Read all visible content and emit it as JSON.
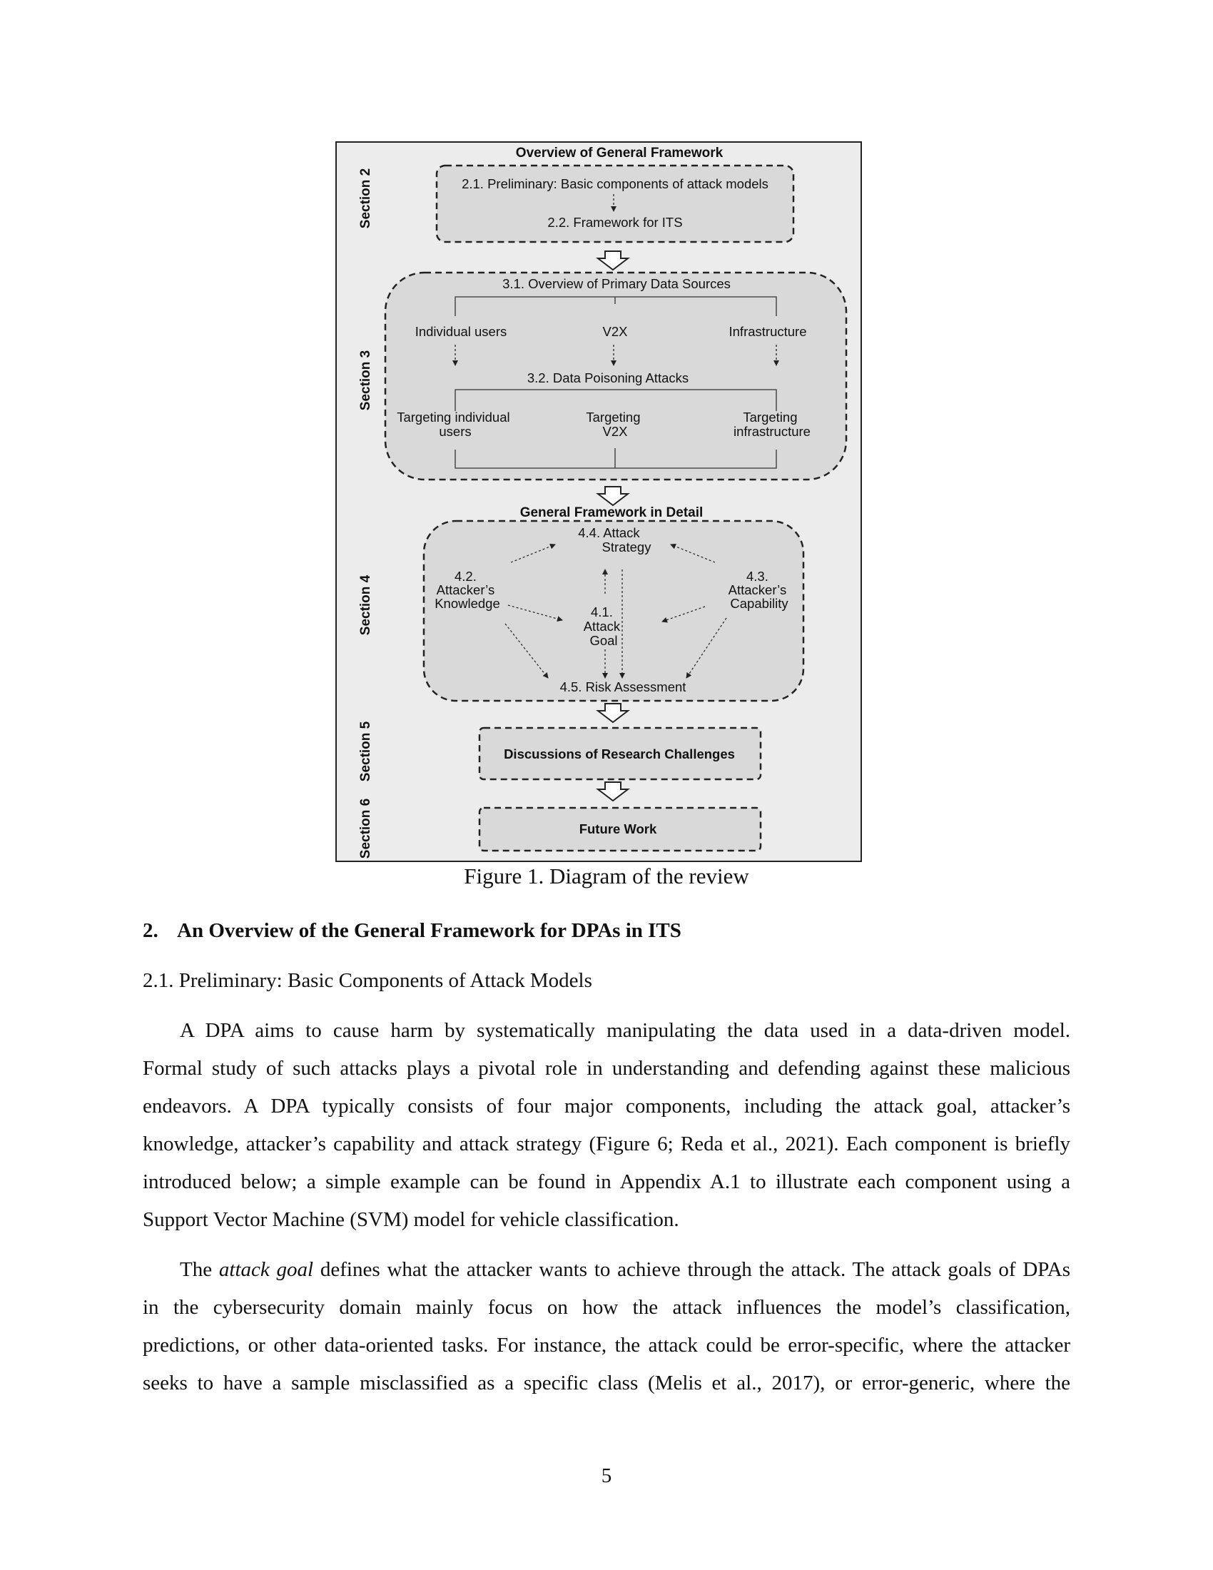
{
  "figure": {
    "title": "Overview of General Framework",
    "section_labels": [
      "Section 2",
      "Section 3",
      "Section 4",
      "Section 5",
      "Section 6"
    ],
    "s2": {
      "box1": "2.1. Preliminary: Basic components of attack models",
      "box2": "2.2. Framework for ITS"
    },
    "s3": {
      "title": "3.1. Overview of Primary Data Sources",
      "sources": [
        "Individual users",
        "V2X",
        "Infrastructure"
      ],
      "dpa_title": "3.2. Data Poisoning Attacks",
      "targets": [
        [
          "Targeting individual",
          "users"
        ],
        [
          "Targeting",
          "V2X"
        ],
        [
          "Targeting",
          "infrastructure"
        ]
      ]
    },
    "s4": {
      "title": "General Framework in Detail",
      "strategy": [
        "4.4. Attack",
        "Strategy"
      ],
      "knowledge": [
        "4.2.",
        "Attacker’s",
        "Knowledge"
      ],
      "capability": [
        "4.3.",
        "Attacker’s",
        "Capability"
      ],
      "goal": [
        "4.1.",
        "Attack",
        "Goal"
      ],
      "risk": "4.5. Risk Assessment"
    },
    "s5": "Discussions of Research Challenges",
    "s6": "Future Work"
  },
  "caption": "Figure 1. Diagram of the review",
  "heading": {
    "number": "2.",
    "text": "An Overview of the General Framework for DPAs in ITS"
  },
  "subheading": "2.1. Preliminary: Basic Components of Attack Models",
  "paragraph1": [
    "A DPA aims to cause harm by systematically manipulating the data used in a data-driven model.",
    "Formal study of such attacks plays a pivotal role in understanding and defending against these malicious",
    "endeavors. A DPA typically consists of four major components, including the attack goal, attacker’s",
    "knowledge, attacker’s capability and attack strategy (Figure 6; Reda et al., 2021). Each component is briefly",
    "introduced below; a simple example can be found in Appendix A.1 to illustrate each component using a",
    "Support Vector Machine (SVM) model for vehicle classification."
  ],
  "paragraph2": {
    "line1_prefix": "The ",
    "line1_term": "attack goal",
    "line1_rest": " defines what the attacker wants to achieve through the attack. The attack goals of DPAs",
    "lines": [
      "in the cybersecurity domain mainly focus on how the attack influences the model’s classification,",
      "predictions, or other data-oriented tasks. For instance, the attack could be error-specific, where the attacker",
      "seeks to have a sample misclassified as a specific class (Melis et al., 2017), or error-generic, where the"
    ]
  },
  "page_number": "5"
}
